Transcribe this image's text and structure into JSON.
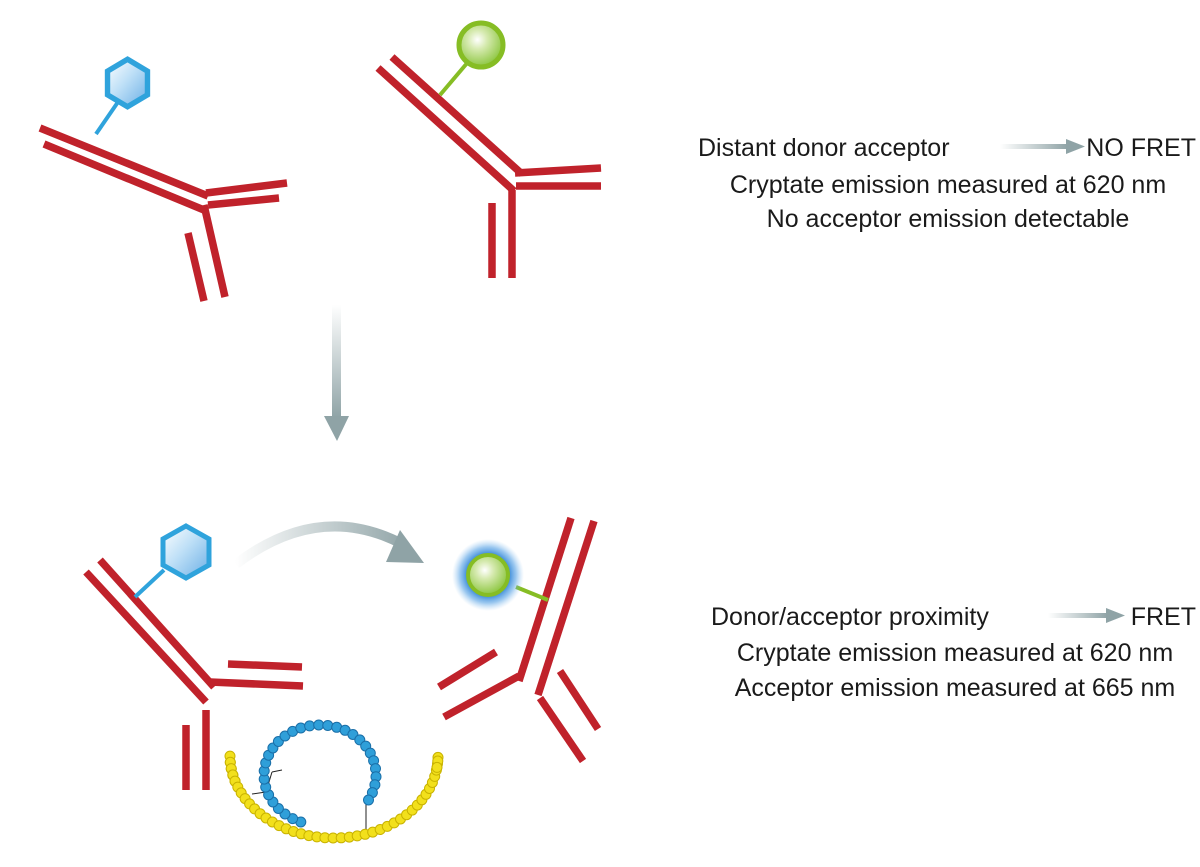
{
  "panels": [
    {
      "state_label": "NO FRET",
      "lines": [
        "Distant donor acceptor",
        "Cryptate emission measured at 620 nm",
        "No acceptor emission detectable"
      ]
    },
    {
      "state_label": "FRET",
      "lines": [
        "Donor/acceptor proximity",
        "Cryptate emission measured at 620 nm",
        "Acceptor emission measured at 665 nm"
      ]
    }
  ],
  "colors": {
    "antibody": "#c0222b",
    "donor": "#2fa3dc",
    "acceptor": "#86bd24",
    "arrow": "#8fa3a6",
    "analyte_outer": "#f2e01c",
    "analyte_inner": "#2f9fd9"
  },
  "icons": {
    "donor": "hexagon-donor-icon",
    "acceptor": "sphere-acceptor-icon",
    "transition": "arrow-down-icon",
    "energy_transfer": "curved-arrow-icon"
  }
}
